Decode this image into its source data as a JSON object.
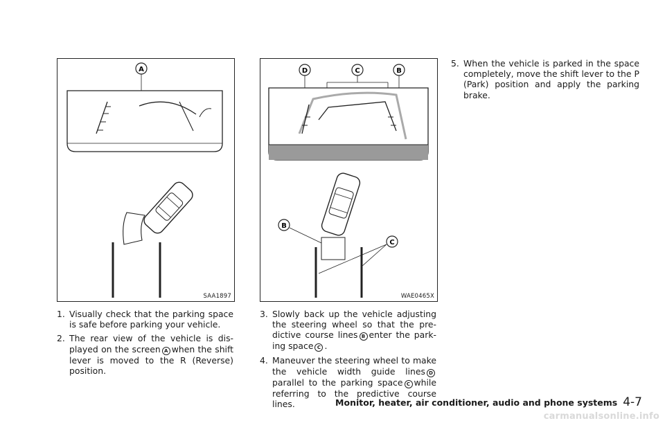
{
  "figures": [
    {
      "code": "SAA1897",
      "callouts": [
        "A"
      ]
    },
    {
      "code": "WAE0465X",
      "callouts": [
        "D",
        "C",
        "B",
        "B",
        "C"
      ]
    }
  ],
  "steps": [
    {
      "num": "1.",
      "text": "Visually check that the parking space is safe before parking your vehicle."
    },
    {
      "num": "2.",
      "pre": "The rear view of the vehicle is dis-played on the screen",
      "mark": "A",
      "post": "when the shift lever is moved to the R (Reverse) position."
    },
    {
      "num": "3.",
      "pre": "Slowly back up the vehicle adjusting the steering wheel so that the pre-dictive course lines",
      "mark": "B",
      "mid": "enter the park-ing space",
      "mark2": "C",
      "post": "."
    },
    {
      "num": "4.",
      "pre": "Maneuver the steering wheel to make the vehicle width guide lines",
      "mark": "D",
      "mid": "parallel to the parking space",
      "mark2": "C",
      "post": "while referring to the predictive course lines."
    },
    {
      "num": "5.",
      "text": "When the vehicle is parked in the space completely, move the shift lever to the P (Park) position and apply the parking brake."
    }
  ],
  "footer": {
    "section": "Monitor, heater, air conditioner, audio and phone systems",
    "page": "4-7"
  },
  "watermark": "carmanualsonline.info"
}
